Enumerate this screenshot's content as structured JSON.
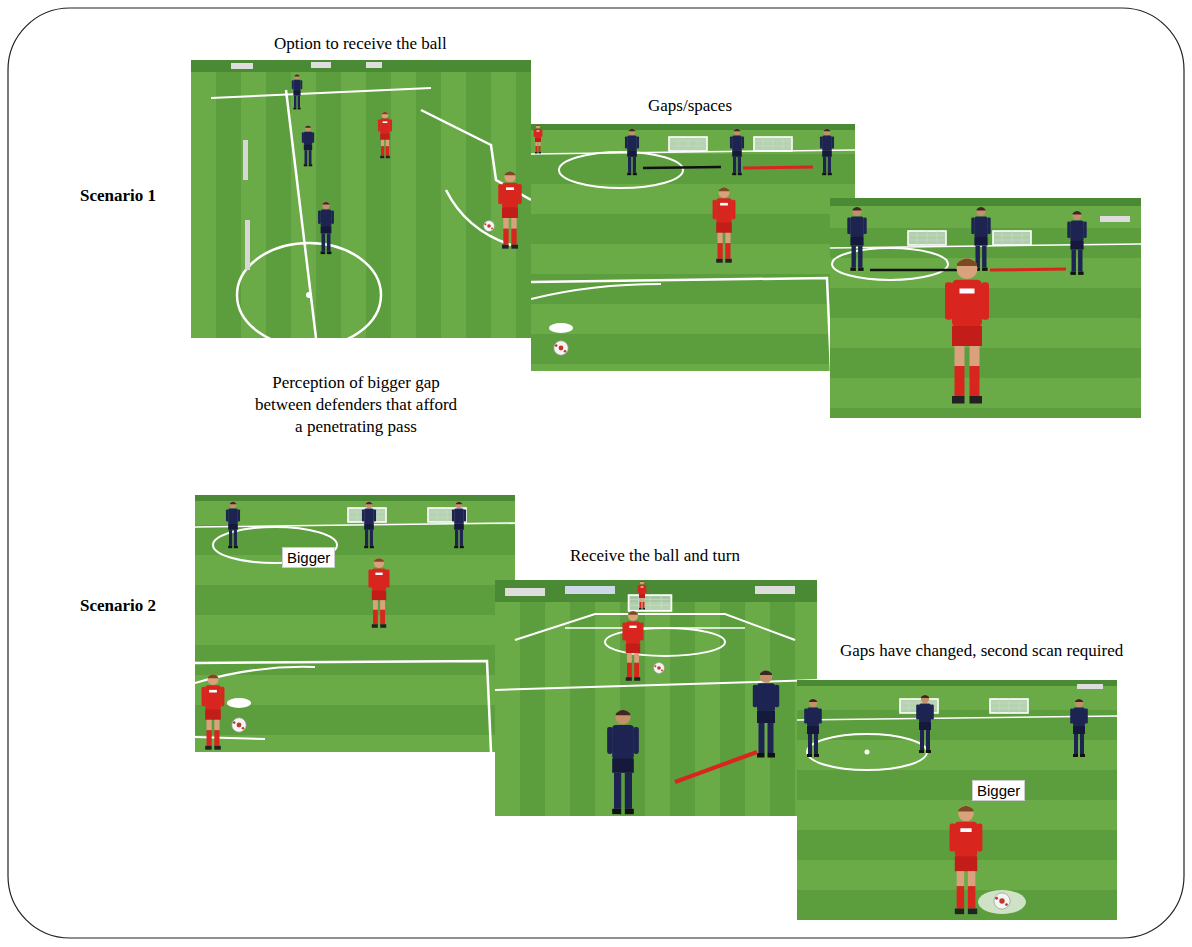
{
  "diagram": {
    "labels": [
      "Option to receive the ball",
      "Gaps/spaces",
      "Scenario 1",
      "Perception of bigger gap between defenders that afford a penetrating pass",
      "Bigger",
      "Receive the ball and turn",
      "Scenario 2",
      "Gaps have changed, second scan required",
      "Bigger"
    ]
  }
}
